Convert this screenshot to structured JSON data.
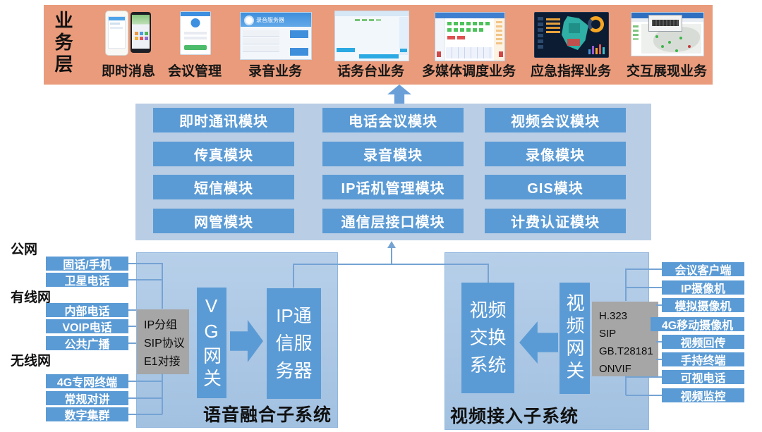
{
  "banner": {
    "layer_label": "业务层",
    "recording_app_title": "录音服务器",
    "services": [
      {
        "label": "即时消息"
      },
      {
        "label": "会议管理"
      },
      {
        "label": "录音业务"
      },
      {
        "label": "话务台业务"
      },
      {
        "label": "多媒体调度业务"
      },
      {
        "label": "应急指挥业务"
      },
      {
        "label": "交互展现业务"
      }
    ]
  },
  "modules": {
    "items": [
      "即时通讯模块",
      "电话会议模块",
      "视频会议模块",
      "传真模块",
      "录音模块",
      "录像模块",
      "短信模块",
      "IP话机管理模块",
      "GIS模块",
      "网管模块",
      "通信层接口模块",
      "计费认证模块"
    ]
  },
  "voice": {
    "title": "语音融合子系统",
    "gateway": "VG网关",
    "server": "IP通信服务器",
    "protocols": [
      "IP分组",
      "SIP协议",
      "E1对接"
    ],
    "groups": [
      {
        "name": "公网",
        "items": [
          "固话/手机",
          "卫星电话"
        ]
      },
      {
        "name": "有线网",
        "items": [
          "内部电话",
          "VOIP电话",
          "公共广播"
        ]
      },
      {
        "name": "无线网",
        "items": [
          "4G专网终端",
          "常规对讲",
          "数字集群"
        ]
      }
    ]
  },
  "video": {
    "title": "视频接入子系统",
    "exchange": "视频交换系统",
    "gateway": "视频网关",
    "protocols": [
      "H.323",
      "SIP",
      "GB.T28181",
      "ONVIF"
    ],
    "devices": [
      "会议客户端",
      "IP摄像机",
      "模拟摄像机",
      "4G移动摄像机",
      "视频回传",
      "手持终端",
      "可视电话",
      "视频监控"
    ]
  },
  "colors": {
    "banner": "#E99B7B",
    "module_bg": "#B9CDE5",
    "box_blue": "#5B9BD5",
    "panel_blue": "#ABC8E6",
    "gray": "#A6A6A6",
    "line": "#75A3D4"
  }
}
